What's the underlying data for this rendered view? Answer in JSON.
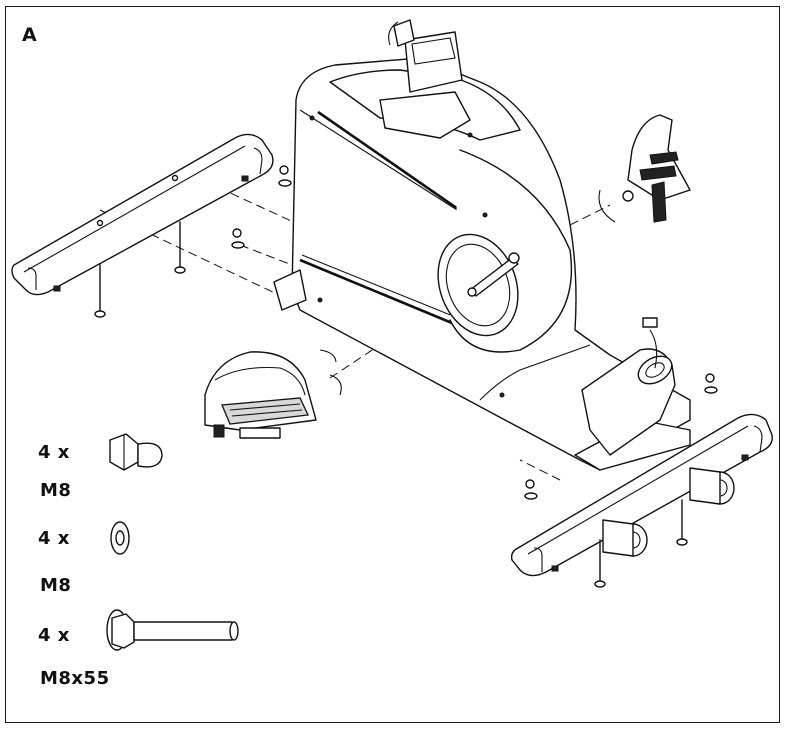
{
  "step": {
    "label": "A"
  },
  "parts": [
    {
      "quantity": "4 x",
      "spec": "M8",
      "icon": "acorn-nut-icon"
    },
    {
      "quantity": "4 x",
      "spec": "M8",
      "icon": "washer-icon"
    },
    {
      "quantity": "4 x",
      "spec": "M8x55",
      "icon": "bolt-icon"
    }
  ],
  "colors": {
    "line": "#111111",
    "background": "#ffffff"
  }
}
